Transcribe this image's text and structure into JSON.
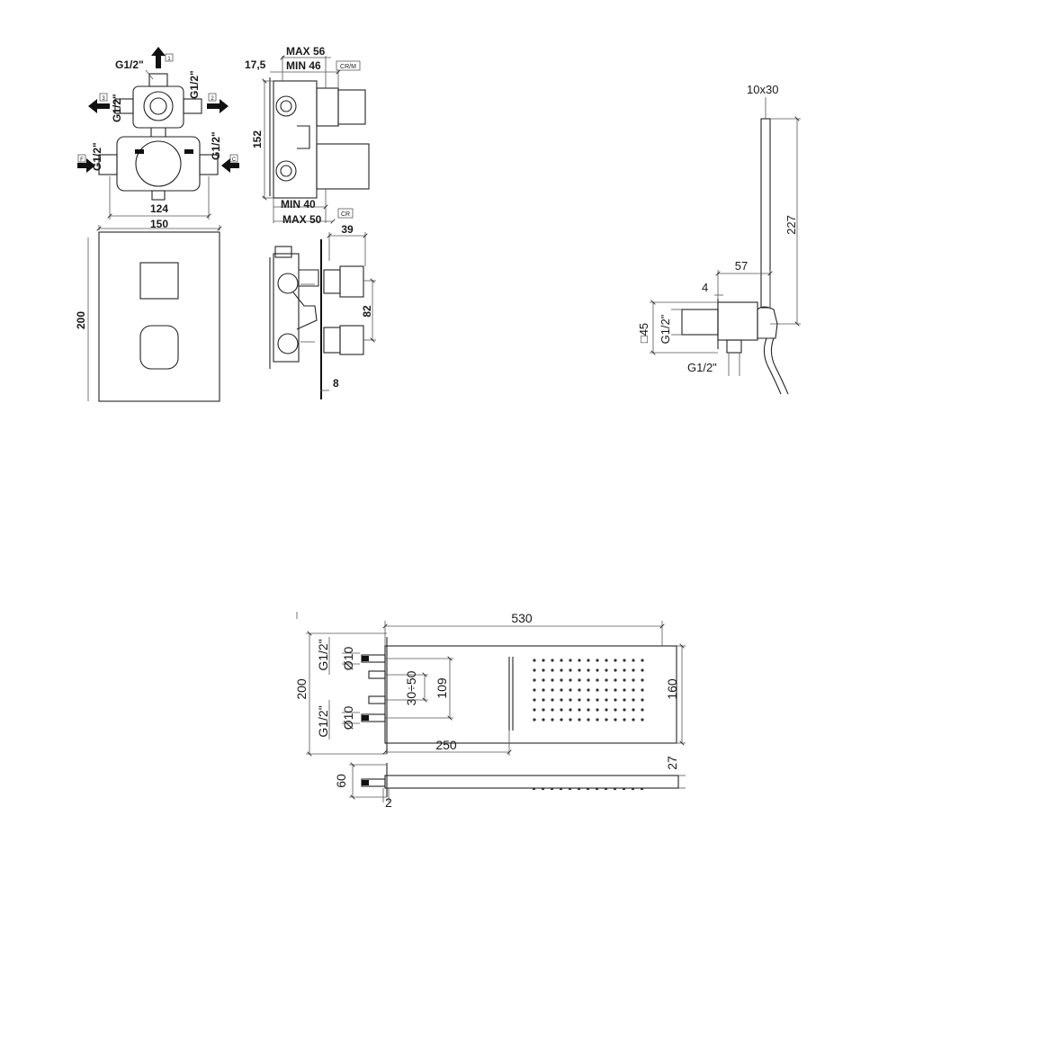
{
  "valve": {
    "labels": {
      "g_top": "G1/2\"",
      "g_top_right": "G1/2\"",
      "g_left": "G1/2\"",
      "g_lower_left": "G1/2\"",
      "g_lower_right": "G1/2\"",
      "w124": "124",
      "w150": "150",
      "h200": "200",
      "max56": "MAX 56",
      "min46": "MIN 46",
      "d175": "17,5",
      "crm": "CR/M",
      "h152": "152",
      "min40": "MIN 40",
      "max50": "MAX 50",
      "cr": "CR",
      "d39": "39",
      "d82": "82",
      "d8": "8"
    },
    "arrow_tags": {
      "top": "1",
      "left": "3",
      "right": "2",
      "in_left": "F",
      "in_right": "C"
    }
  },
  "hand_shower": {
    "labels": {
      "d10x30": "10x30",
      "d227": "227",
      "d57": "57",
      "d4": "4",
      "sq45": "□45",
      "g_vert": "G1/2\"",
      "g_bottom": "G1/2\""
    }
  },
  "head_shower": {
    "labels": {
      "d530": "530",
      "g_top": "G1/2\"",
      "o10_top": "Ø10",
      "d200": "200",
      "d3050": "30÷50",
      "d109": "109",
      "d160": "160",
      "g_bottom": "G1/2\"",
      "o10_bottom": "Ø10",
      "d250": "250",
      "d60": "60",
      "d27": "27",
      "d2": "2"
    }
  }
}
